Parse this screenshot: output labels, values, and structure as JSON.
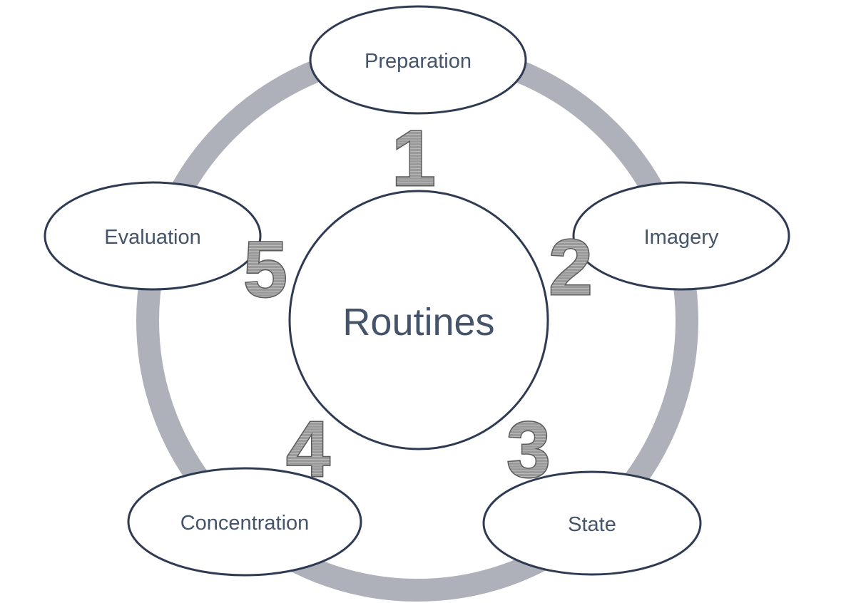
{
  "diagram": {
    "center_label": "Routines",
    "nodes": [
      {
        "id": "preparation",
        "label": "Preparation",
        "number": "1"
      },
      {
        "id": "imagery",
        "label": "Imagery",
        "number": "2"
      },
      {
        "id": "state",
        "label": "State",
        "number": "3"
      },
      {
        "id": "concentration",
        "label": "Concentration",
        "number": "4"
      },
      {
        "id": "evaluation",
        "label": "Evaluation",
        "number": "5"
      }
    ],
    "colors": {
      "ring": "#aeb1b9",
      "ellipse_stroke": "#2f3b52",
      "ellipse_fill": "#ffffff",
      "text": "#44546a",
      "number_fill": "#8c8c8c",
      "number_stroke": "#5a5a5a"
    }
  }
}
